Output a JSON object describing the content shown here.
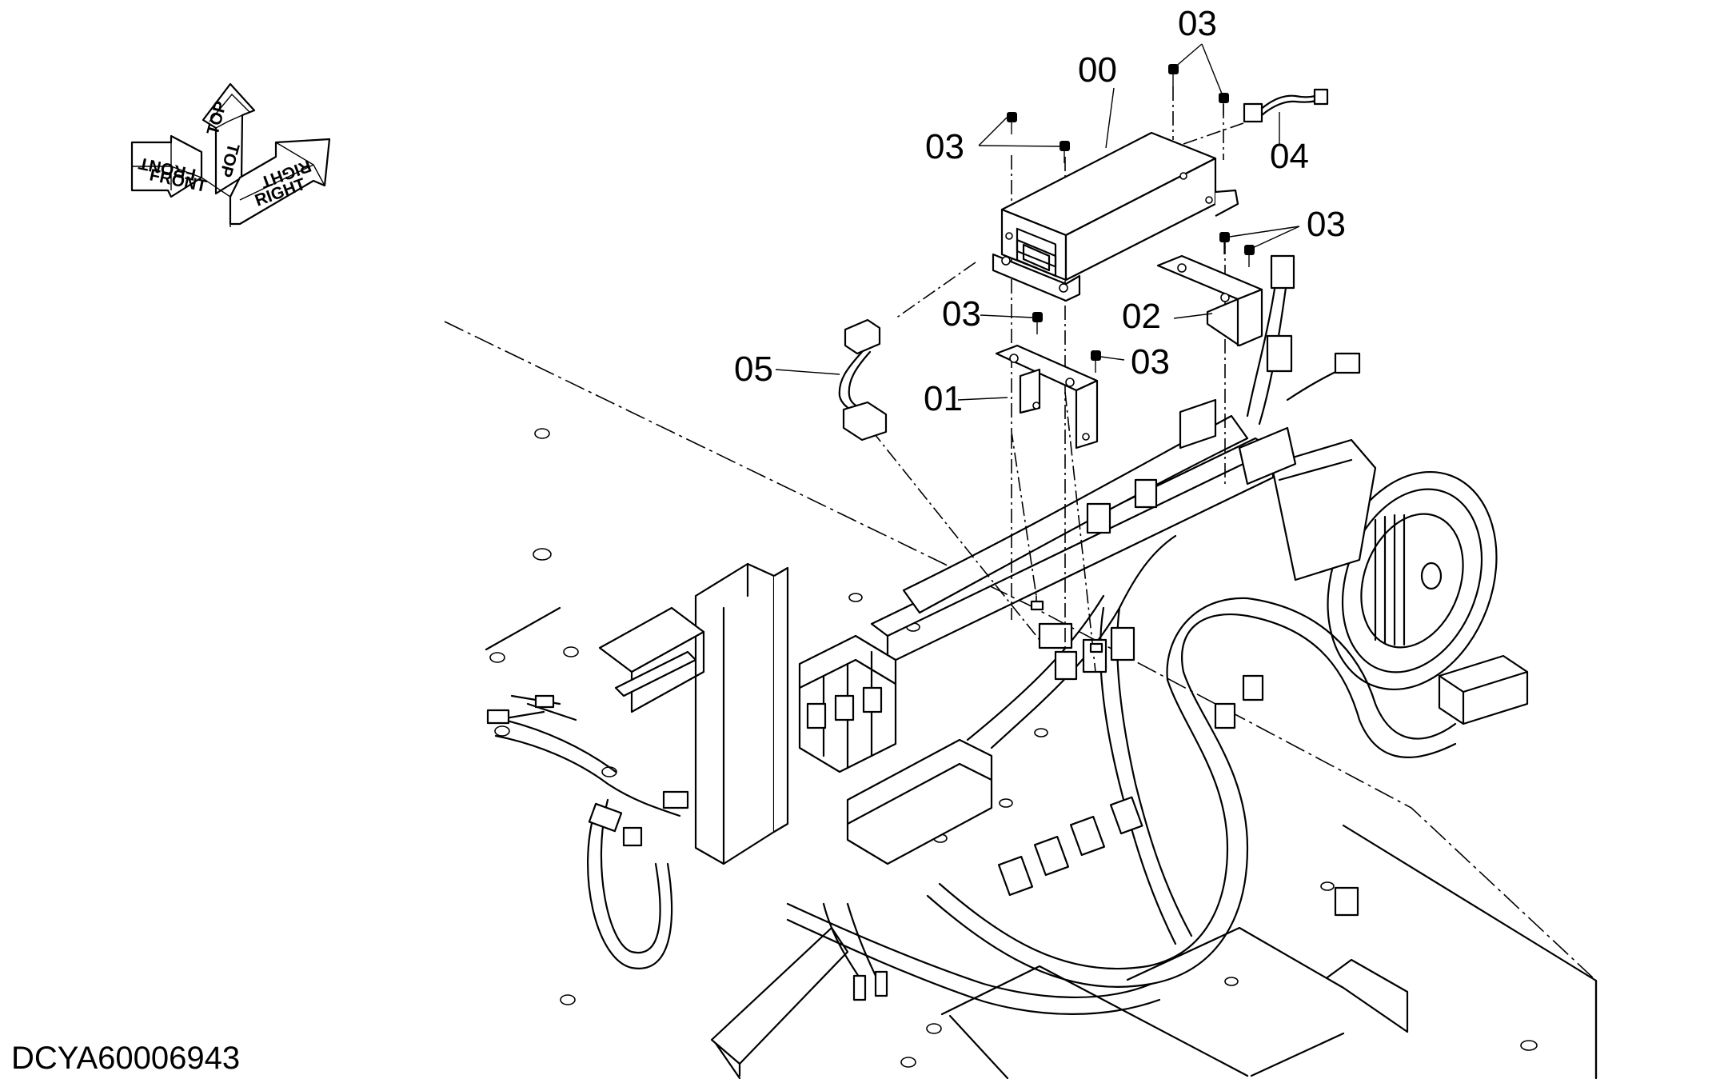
{
  "diagram": {
    "drawing_code": "DCYA60006943",
    "orientation_icon": {
      "labels": [
        "TOP",
        "TOP",
        "FRONT",
        "FRONT",
        "RIGHT",
        "RIGHT"
      ]
    },
    "callouts": [
      {
        "id": "c00",
        "text": "00"
      },
      {
        "id": "c01",
        "text": "01"
      },
      {
        "id": "c02",
        "text": "02"
      },
      {
        "id": "c03a",
        "text": "03"
      },
      {
        "id": "c03b",
        "text": "03"
      },
      {
        "id": "c03c",
        "text": "03"
      },
      {
        "id": "c03d",
        "text": "03"
      },
      {
        "id": "c03e",
        "text": "03"
      },
      {
        "id": "c04",
        "text": "04"
      },
      {
        "id": "c05",
        "text": "05"
      }
    ],
    "parts": [
      {
        "callout": "00",
        "name": "controller-box"
      },
      {
        "callout": "01",
        "name": "bracket-left"
      },
      {
        "callout": "02",
        "name": "bracket-right"
      },
      {
        "callout": "03",
        "name": "bolt"
      },
      {
        "callout": "04",
        "name": "short-harness"
      },
      {
        "callout": "05",
        "name": "harness-lead"
      }
    ]
  }
}
